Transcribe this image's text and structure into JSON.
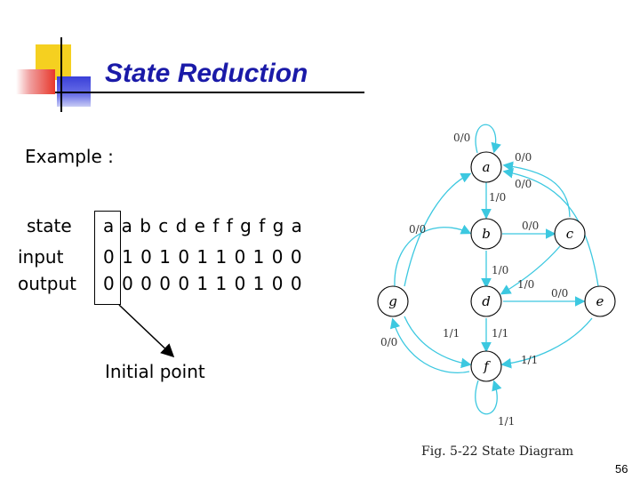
{
  "title": "State Reduction",
  "example_label": "Example :",
  "table": {
    "row_labels": [
      "state",
      "input",
      "output"
    ],
    "state_row": "a a b c d e f f g f g a",
    "input_row": "0 1 0 1 0 1 1 0 1 0 0",
    "output_row": "0 0 0 0 0 1 1 0 1 0 0"
  },
  "annotation": "Initial point",
  "diagram": {
    "states": [
      "a",
      "b",
      "c",
      "d",
      "e",
      "f",
      "g"
    ],
    "edge_labels": {
      "a_self": "0/0",
      "c_to_a": "0/0",
      "e_to_a": "0/0",
      "a_to_b": "1/0",
      "g_to_b": "0/0",
      "b_to_c": "0/0",
      "b_to_d": "1/0",
      "c_to_d": "1/0",
      "d_to_e": "0/0",
      "d_to_f": "1/1",
      "g_to_f": "1/1",
      "e_to_f": "1/1",
      "f_to_g": "0/0",
      "f_self": "1/1"
    },
    "caption": "Fig. 5-22  State Diagram"
  },
  "page_number": "56",
  "colors": {
    "title": "#1a1aa8",
    "edges": "#3cc8e0",
    "deco_yellow": "#f5d020",
    "deco_red": "#e8382c",
    "deco_blue": "#3a40d8"
  }
}
